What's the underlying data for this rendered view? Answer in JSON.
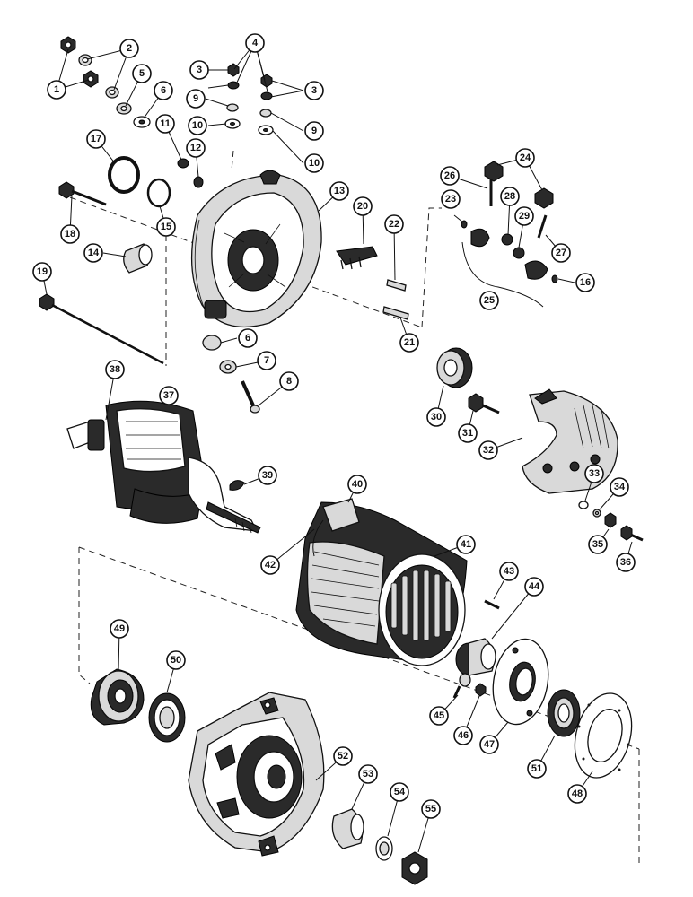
{
  "callouts": [
    "1",
    "2",
    "3",
    "4",
    "5",
    "6",
    "7",
    "8",
    "9",
    "10",
    "11",
    "12",
    "13",
    "14",
    "15",
    "16",
    "17",
    "18",
    "19",
    "20",
    "21",
    "22",
    "23",
    "24",
    "25",
    "26",
    "27",
    "28",
    "29",
    "30",
    "31",
    "32",
    "33",
    "34",
    "35",
    "36",
    "37",
    "38",
    "39",
    "40",
    "41",
    "42",
    "43",
    "44",
    "45",
    "46",
    "47",
    "48",
    "49",
    "50",
    "51",
    "52",
    "53",
    "54",
    "55"
  ]
}
